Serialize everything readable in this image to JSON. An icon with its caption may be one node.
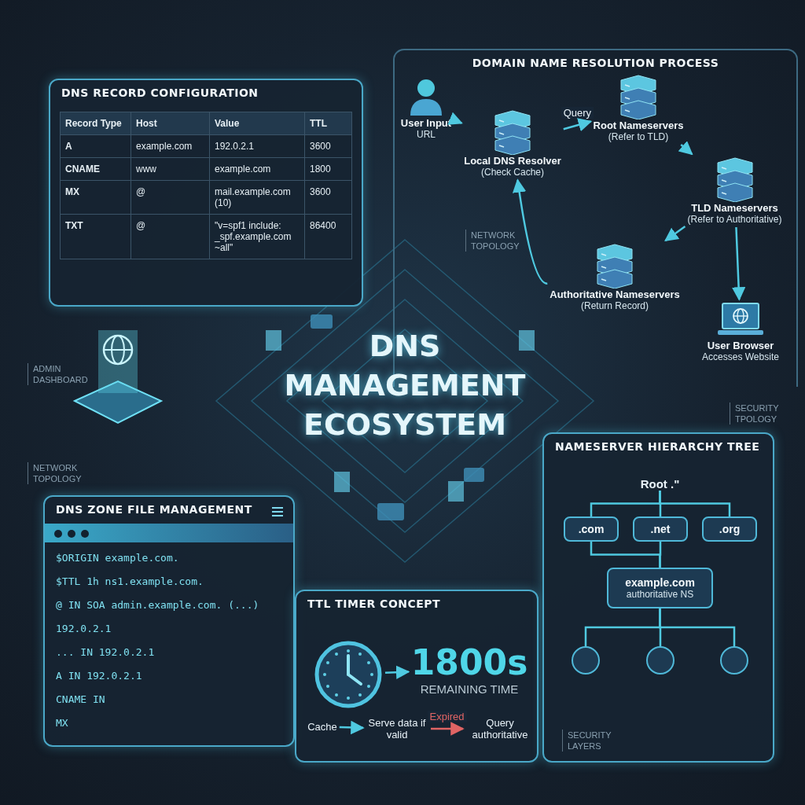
{
  "diagram": {
    "title": "DNS MANAGEMENT ECOSYSTEM",
    "nodes": [
      {
        "text": [
          "DNS RECORD CONFIGURATION",
          "Record Type",
          "Host",
          "Value",
          "TTL",
          "A",
          "example.com",
          "192.0.2.1",
          "3600",
          "CNAME",
          "www",
          "example.com",
          "1800",
          "MX",
          "@",
          "mail.example.com (10)",
          "3600",
          "TXT",
          "@",
          "\"v=spf1 include: _spf.example.com ~all\"",
          "86400"
        ]
      },
      {
        "text": [
          "DNS ZONE FILE MANAGEMENT",
          "$ORIGIN example.com.",
          "$TTL 1h ns1.example.com.",
          "@ IN SOA admin.example.com. (...)",
          "192.0.2.1",
          "... IN 192.0.2.1",
          "A IN 192.0.2.1",
          "CNAME IN",
          "MX"
        ]
      },
      {
        "text": [
          "DOMAIN NAME RESOLUTION PROCESS"
        ]
      },
      {
        "text": [
          "User Input",
          "URL"
        ],
        "in": 2
      },
      {
        "text": [
          "Local DNS Resolver",
          "(Check Cache)"
        ],
        "in": 2
      },
      {
        "text": [
          "Root Nameservers",
          "(Refer to TLD)"
        ],
        "in": 2
      },
      {
        "text": [
          "TLD Nameservers",
          "(Refer to Authoritative)"
        ],
        "in": 2
      },
      {
        "text": [
          "Authoritative Nameservers",
          "(Return Record)"
        ],
        "in": 2
      },
      {
        "text": [
          "User Browser",
          "Accesses Website"
        ],
        "in": 2
      },
      {
        "text": [
          "TTL TIMER CONCEPT"
        ]
      },
      {
        "text": [],
        "shape": "picture",
        "in": 9
      },
      {
        "text": [
          "1800s",
          "REMAINING TIME"
        ],
        "in": 9
      },
      {
        "text": [
          "Cache"
        ],
        "in": 9
      },
      {
        "text": [
          "Serve data if valid"
        ],
        "in": 9
      },
      {
        "text": [
          "Query authoritative"
        ],
        "in": 9
      },
      {
        "text": [
          "NAMESERVER HIERARCHY TREE"
        ]
      },
      {
        "text": [
          "Root .\""
        ],
        "in": 15
      },
      {
        "text": [
          ".com"
        ],
        "in": 15
      },
      {
        "text": [
          ".net"
        ],
        "in": 15
      },
      {
        "text": [
          ".org"
        ],
        "in": 15
      },
      {
        "text": [
          "example.com",
          "authoritative NS"
        ],
        "in": 15
      },
      {
        "text": [],
        "shape": "circle",
        "in": 15
      },
      {
        "text": [],
        "shape": "circle",
        "in": 15
      },
      {
        "text": [],
        "shape": "circle",
        "in": 15
      }
    ],
    "edges": [
      {
        "from": 3,
        "to": 4,
        "arrow": "to"
      },
      {
        "from": 4,
        "to": 5,
        "arrow": "to",
        "label": "Query"
      },
      {
        "from": 5,
        "to": 6,
        "arrow": "to"
      },
      {
        "from": 6,
        "to": 7,
        "arrow": "to"
      },
      {
        "from": 7,
        "to": 4,
        "arrow": "to"
      },
      {
        "from": 6,
        "to": 8,
        "arrow": "to"
      },
      {
        "from": 10,
        "to": 11,
        "arrow": "to"
      },
      {
        "from": 12,
        "to": 13,
        "arrow": "to"
      },
      {
        "from": 13,
        "to": 14,
        "arrow": "to",
        "label": "Expired",
        "color": "#e06464"
      },
      {
        "from": 16,
        "to": 17,
        "arrow": "none"
      },
      {
        "from": 16,
        "to": 18,
        "arrow": "none"
      },
      {
        "from": 16,
        "to": 19,
        "arrow": "none"
      },
      {
        "from": 17,
        "to": 20,
        "arrow": "none"
      },
      {
        "from": 18,
        "to": 20,
        "arrow": "none"
      },
      {
        "from": 20,
        "to": 21,
        "arrow": "none"
      },
      {
        "from": 20,
        "to": 22,
        "arrow": "none"
      },
      {
        "from": 20,
        "to": 23,
        "arrow": "none"
      }
    ],
    "labels": [
      "NETWORK TOPOLOGY",
      "ADMIN DASHBOARD",
      "SECURITY TPOLOGY",
      "NETWORK TOPOLOGY",
      "SECURITY LAYERS"
    ]
  }
}
